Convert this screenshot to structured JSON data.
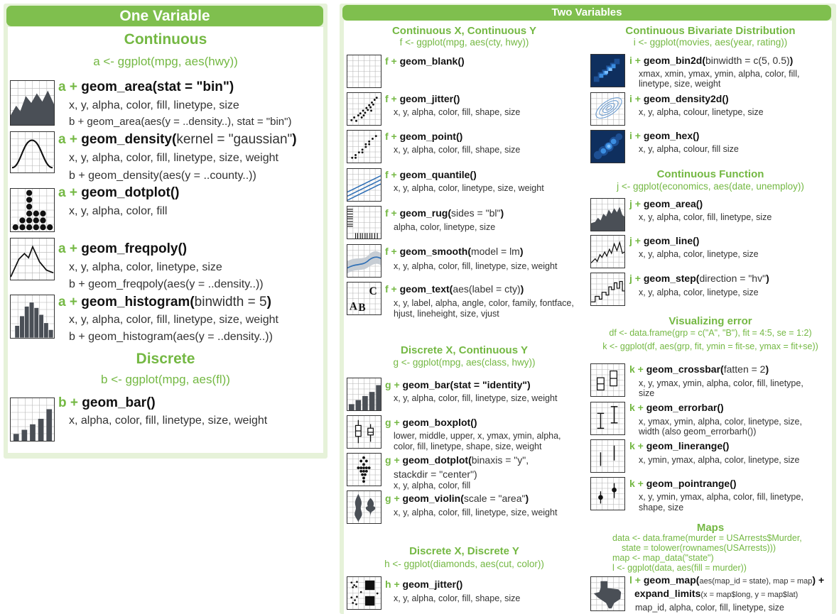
{
  "colors": {
    "accent": "#7fbf4e",
    "accent_text": "#74b843",
    "panel_bg": "#e6f2d9",
    "dark": "#4a4f56",
    "blue": "#2f6fb5"
  },
  "left": {
    "banner": "One Variable",
    "continuous": {
      "title": "Continuous",
      "code": "a <- ggplot(mpg, aes(hwy))"
    },
    "discrete": {
      "title": "Discrete",
      "code": "b <- ggplot(mpg, aes(fl))"
    },
    "items": [
      {
        "icon": "area-plot-icon",
        "pre": "a + ",
        "fn": "geom_area",
        "open": "(",
        "arg": "stat = \"bin\"",
        "close": ")",
        "bold_args": true,
        "aes": "x, y, alpha, color, fill, linetype, size",
        "alt": "b + geom_area(aes(y = ..density..), stat = \"bin\")"
      },
      {
        "icon": "density-plot-icon",
        "pre": "a + ",
        "fn": "geom_density",
        "open": "(",
        "arg": "kernel = \"gaussian\"",
        "close": ")",
        "aes": "x, y, alpha, color, fill, linetype, size, weight",
        "alt": "b + geom_density(aes(y = ..county..))"
      },
      {
        "icon": "dotplot-icon",
        "pre": "a + ",
        "fn": "geom_dotplot",
        "open": "(",
        "arg": "",
        "close": ")",
        "aes": "x, y, alpha, color, fill",
        "alt": ""
      },
      {
        "icon": "freqpoly-icon",
        "pre": "a + ",
        "fn": "geom_freqpoly",
        "open": "(",
        "arg": "",
        "close": ")",
        "aes": "x, y, alpha, color, linetype, size",
        "alt": "b + geom_freqpoly(aes(y = ..density..))"
      },
      {
        "icon": "histogram-icon",
        "pre": "a + ",
        "fn": "geom_histogram",
        "open": "(",
        "arg": "binwidth = 5",
        "close": ")",
        "aes": "x, y, alpha, color, fill, linetype, size, weight",
        "alt": "b + geom_histogram(aes(y = ..density..))"
      },
      {
        "icon": "bar-plot-icon",
        "pre": "b + ",
        "fn": "geom_bar",
        "open": "(",
        "arg": "",
        "close": ")",
        "aes": "x, alpha, color, fill, linetype, size, weight",
        "alt": ""
      }
    ]
  },
  "right": {
    "banner": "Two Variables",
    "groups": {
      "cxcy": {
        "title": "Continuous X, Continuous Y",
        "code": "f <- ggplot(mpg, aes(cty, hwy))"
      },
      "dxcy": {
        "title": "Discrete X, Continuous Y",
        "code": "g <- ggplot(mpg, aes(class, hwy))"
      },
      "dxdy": {
        "title": "Discrete X, Discrete Y",
        "code": "h <- ggplot(diamonds, aes(cut, color))"
      },
      "cbd": {
        "title": "Continuous Bivariate Distribution",
        "code": "i <- ggplot(movies, aes(year, rating))"
      },
      "cf": {
        "title": "Continuous Function",
        "code": "j <- ggplot(economics, aes(date, unemploy))"
      },
      "ve": {
        "title": "Visualizing error",
        "code1": "df <- data.frame(grp = c(\"A\", \"B\"), fit = 4:5, se = 1:2)",
        "code2": "k <- ggplot(df, aes(grp, fit, ymin = fit-se, ymax = fit+se))"
      },
      "maps": {
        "title": "Maps",
        "code1": "data <- data.frame(murder = USArrests$Murder,",
        "code2": "state = tolower(rownames(USArrests)))",
        "code3": "map <- map_data(\"state\")",
        "code4": "l <- ggplot(data, aes(fill = murder))"
      }
    },
    "items": [
      {
        "icon": "blank-grid-icon",
        "pre": "f + ",
        "fn": "geom_blank",
        "open": "(",
        "arg": "",
        "close": ")",
        "aes": ""
      },
      {
        "icon": "jitter-icon",
        "pre": "f + ",
        "fn": "geom_jitter",
        "open": "(",
        "arg": "",
        "close": ")",
        "aes": "x, y, alpha, color, fill, shape, size"
      },
      {
        "icon": "point-icon",
        "pre": "f + ",
        "fn": "geom_point",
        "open": "(",
        "arg": "",
        "close": ")",
        "aes": "x, y, alpha, color, fill, shape, size"
      },
      {
        "icon": "quantile-icon",
        "pre": "f + ",
        "fn": "geom_quantile",
        "open": "(",
        "arg": "",
        "close": ")",
        "aes": "x, y, alpha, color, linetype, size, weight"
      },
      {
        "icon": "rug-icon",
        "pre": "f + ",
        "fn": "geom_rug",
        "open": "(",
        "arg": "sides = \"bl\"",
        "close": ")",
        "aes": "alpha, color, linetype, size"
      },
      {
        "icon": "smooth-icon",
        "pre": "f + ",
        "fn": "geom_smooth",
        "open": "(",
        "arg": "model = lm",
        "close": ")",
        "aes": "x, y, alpha, color, fill, linetype, size, weight"
      },
      {
        "icon": "text-icon",
        "pre": "f + ",
        "fn": "geom_text",
        "open": "(",
        "arg": "aes(label = cty)",
        "close": ")",
        "aes": "x, y, label, alpha, angle, color, family, fontface,",
        "aes2": "hjust, lineheight, size, vjust",
        "icon_text": {
          "a": "A",
          "b": "B",
          "c": "C"
        }
      },
      {
        "icon": "col-bar-icon",
        "pre": "g + ",
        "fn": "geom_bar",
        "open": "(",
        "arg": "stat = \"identity\"",
        "close": ")",
        "bold_args": true,
        "aes": "x, y, alpha, color, fill, linetype, size, weight"
      },
      {
        "icon": "boxplot-icon",
        "pre": "g + ",
        "fn": "geom_boxplot",
        "open": "(",
        "arg": "",
        "close": ")",
        "aes": "lower, middle, upper, x, ymax, ymin, alpha,",
        "aes2": "color, fill, linetype, shape, size, weight"
      },
      {
        "icon": "binned-dotplot-icon",
        "pre": "g + ",
        "fn": "geom_dotplot",
        "open": "(",
        "arg": "binaxis = \"y\",",
        "close": "",
        "arg2": "stackdir = \"center\")",
        "aes": "x, y, alpha, color, fill"
      },
      {
        "icon": "violin-icon",
        "pre": "g + ",
        "fn": "geom_violin",
        "open": "(",
        "arg": "scale = \"area\"",
        "close": ")",
        "aes": "x, y, alpha, color, fill, linetype, size, weight"
      },
      {
        "icon": "discrete-jitter-icon",
        "pre": "h + ",
        "fn": "geom_jitter",
        "open": "(",
        "arg": "",
        "close": ")",
        "aes": "x, y, alpha, color, fill, shape, size"
      },
      {
        "icon": "bin2d-icon",
        "pre": "i + ",
        "fn": "geom_bin2d",
        "open": "(",
        "arg": "binwidth = c(5, 0.5)",
        "close": ")",
        "aes": "xmax, xmin, ymax, ymin, alpha, color, fill,",
        "aes2": "linetype, size, weight"
      },
      {
        "icon": "density2d-icon",
        "pre": "i + ",
        "fn": "geom_density2d",
        "open": "(",
        "arg": "",
        "close": ")",
        "aes": "x, y, alpha, colour, linetype, size"
      },
      {
        "icon": "hex-icon",
        "pre": "i + ",
        "fn": "geom_hex",
        "open": "(",
        "arg": "",
        "close": ")",
        "aes": "x, y, alpha, colour, fill size"
      },
      {
        "icon": "function-area-icon",
        "pre": "j + ",
        "fn": "geom_area",
        "open": "(",
        "arg": "",
        "close": ")",
        "aes": "x, y, alpha, color, fill, linetype, size"
      },
      {
        "icon": "line-icon",
        "pre": "j + ",
        "fn": "geom_line",
        "open": "(",
        "arg": "",
        "close": ")",
        "aes": "x, y, alpha, color, linetype, size"
      },
      {
        "icon": "step-icon",
        "pre": "j + ",
        "fn": "geom_step",
        "open": "(",
        "arg": "direction = \"hv\"",
        "close": ")",
        "aes": "x, y, alpha, color, linetype, size"
      },
      {
        "icon": "crossbar-icon",
        "pre": "k + ",
        "fn": "geom_crossbar",
        "open": "(",
        "arg": "fatten = 2",
        "close": ")",
        "aes": "x, y, ymax, ymin, alpha, color, fill, linetype,",
        "aes2": "size"
      },
      {
        "icon": "errorbar-icon",
        "pre": "k + ",
        "fn": "geom_errorbar",
        "open": "(",
        "arg": "",
        "close": ")",
        "aes": "x, ymax, ymin, alpha, color, linetype, size,",
        "aes2_pre": "width (also ",
        "aes2_fn": "geom_errorbarh",
        "aes2_post": "())"
      },
      {
        "icon": "linerange-icon",
        "pre": "k + ",
        "fn": "geom_linerange",
        "open": "(",
        "arg": "",
        "close": ")",
        "aes": "x, ymin, ymax, alpha, color, linetype, size"
      },
      {
        "icon": "pointrange-icon",
        "pre": "k + ",
        "fn": "geom_pointrange",
        "open": "(",
        "arg": "",
        "close": ")",
        "aes": "x, y, ymin, ymax, alpha, color, fill, linetype,",
        "aes2": "shape, size"
      },
      {
        "icon": "texas-map-icon",
        "pre": "l + ",
        "fn": "geom_map",
        "open": "(",
        "arg": "aes(map_id = state), map = map",
        "close": ") +",
        "line2_fn": "expand_limits",
        "line2_arg": "(x = map$long, y = map$lat)",
        "aes": "map_id, alpha, color, fill, linetype, size"
      }
    ]
  }
}
